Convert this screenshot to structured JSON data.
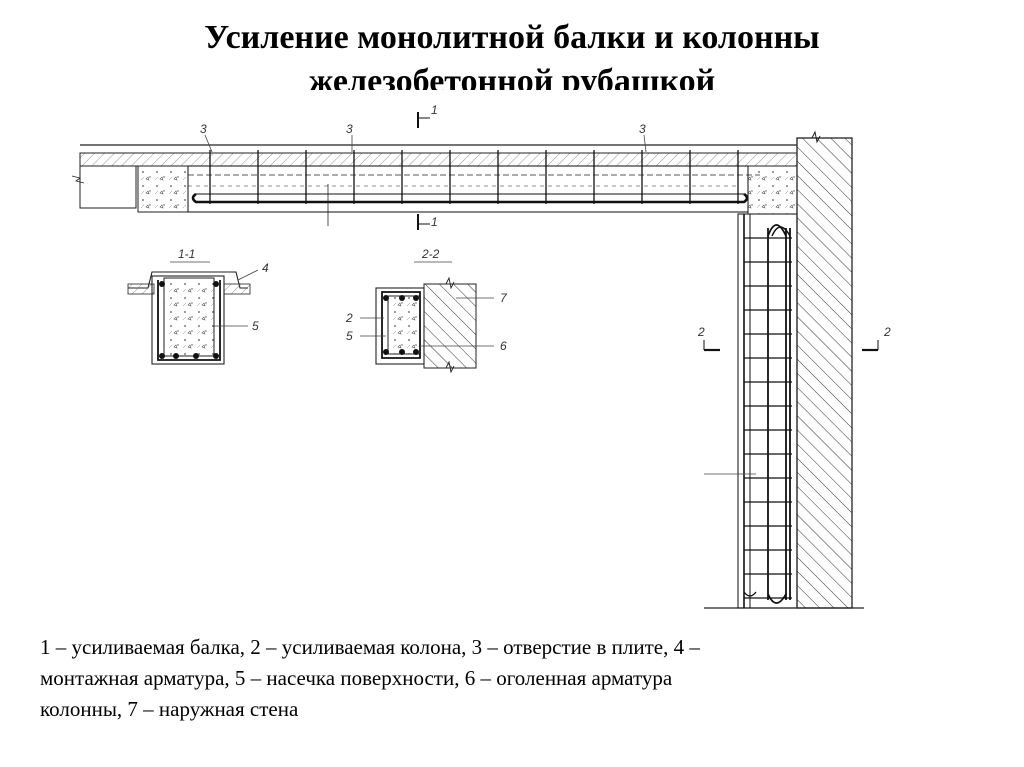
{
  "title": {
    "line1": "Усиление монолитной балки и колонны",
    "line2": "железобетонной рубашкой"
  },
  "labels": {
    "hole": "3",
    "section1": "1",
    "section1_title": "1-1",
    "section2": "2",
    "section2_title": "2-2",
    "mount_rebar": "4",
    "notch": "5",
    "column": "2",
    "exposed_rebar": "6",
    "outer_wall": "7"
  },
  "legend": {
    "line1": "1 – усиливаемая балка, 2 – усиливаемая колона, 3 – отверстие в плите, 4 –",
    "line2": "монтажная арматура,  5 – насечка поверхности, 6 – оголенная арматура",
    "line3": "колонны, 7 – наружная стена"
  }
}
